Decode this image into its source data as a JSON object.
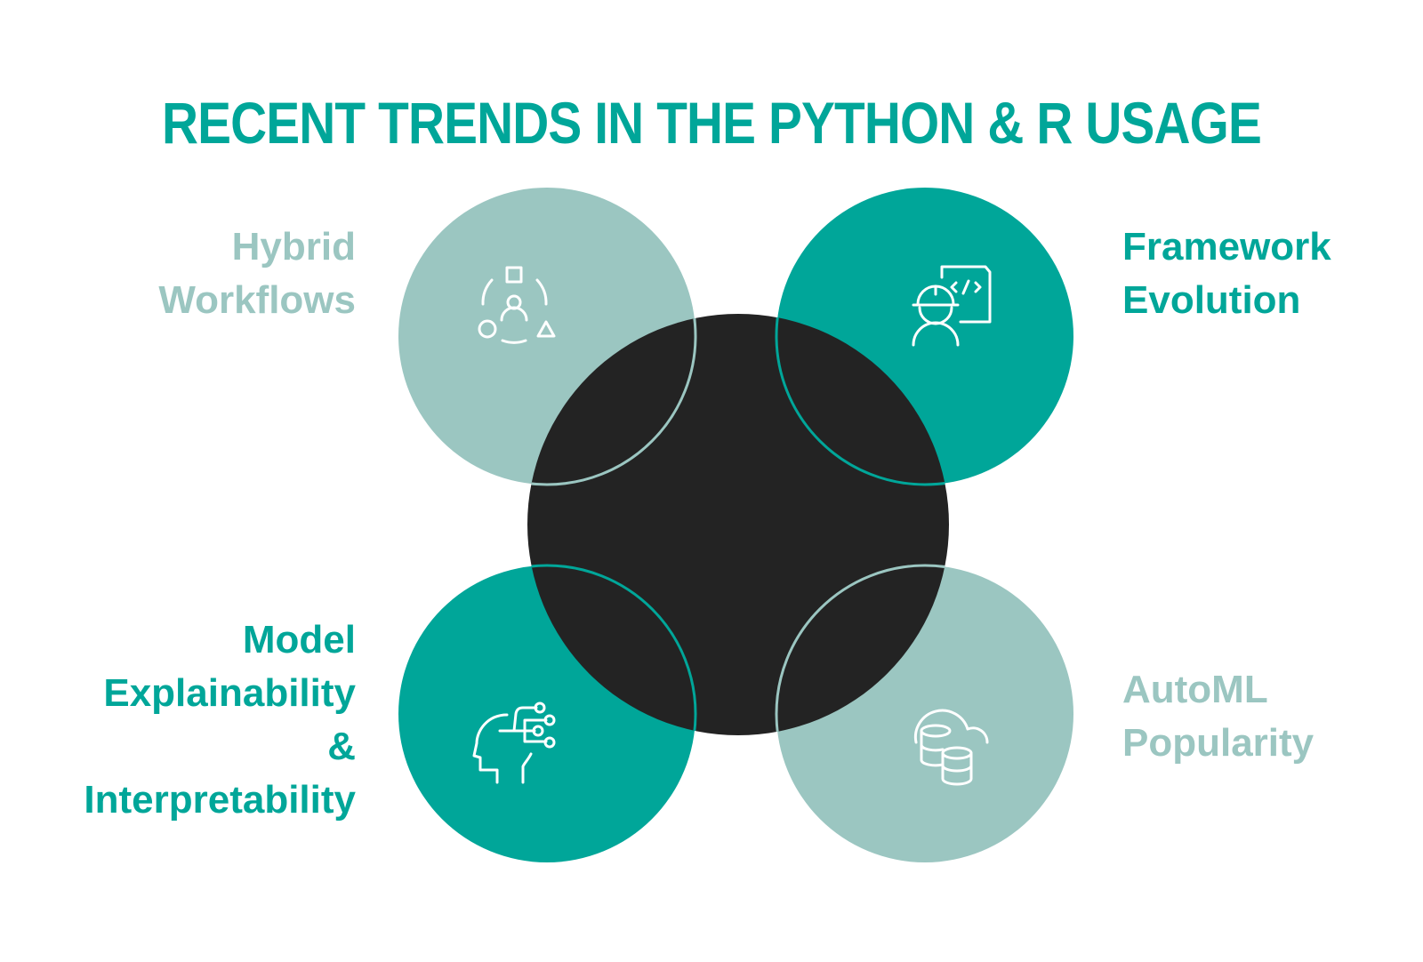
{
  "title": "RECENT TRENDS IN THE PYTHON & R USAGE",
  "colors": {
    "teal": "#00A699",
    "light_teal": "#9BC6C1",
    "center": "#232323",
    "icon": "#FFFFFF",
    "background": "#FFFFFF"
  },
  "trends": [
    {
      "position": "top-left",
      "lines": [
        "Hybrid",
        "Workflows"
      ],
      "icon": "workflow-icon",
      "color": "#9BC6C1"
    },
    {
      "position": "top-right",
      "lines": [
        "Framework",
        "Evolution"
      ],
      "icon": "developer-code-icon",
      "color": "#00A699"
    },
    {
      "position": "bottom-left",
      "lines": [
        "Model",
        "Explainability",
        "&",
        "Interpretability"
      ],
      "icon": "ai-head-icon",
      "color": "#00A699"
    },
    {
      "position": "bottom-right",
      "lines": [
        "AutoML",
        "Popularity"
      ],
      "icon": "cloud-database-icon",
      "color": "#9BC6C1"
    }
  ]
}
